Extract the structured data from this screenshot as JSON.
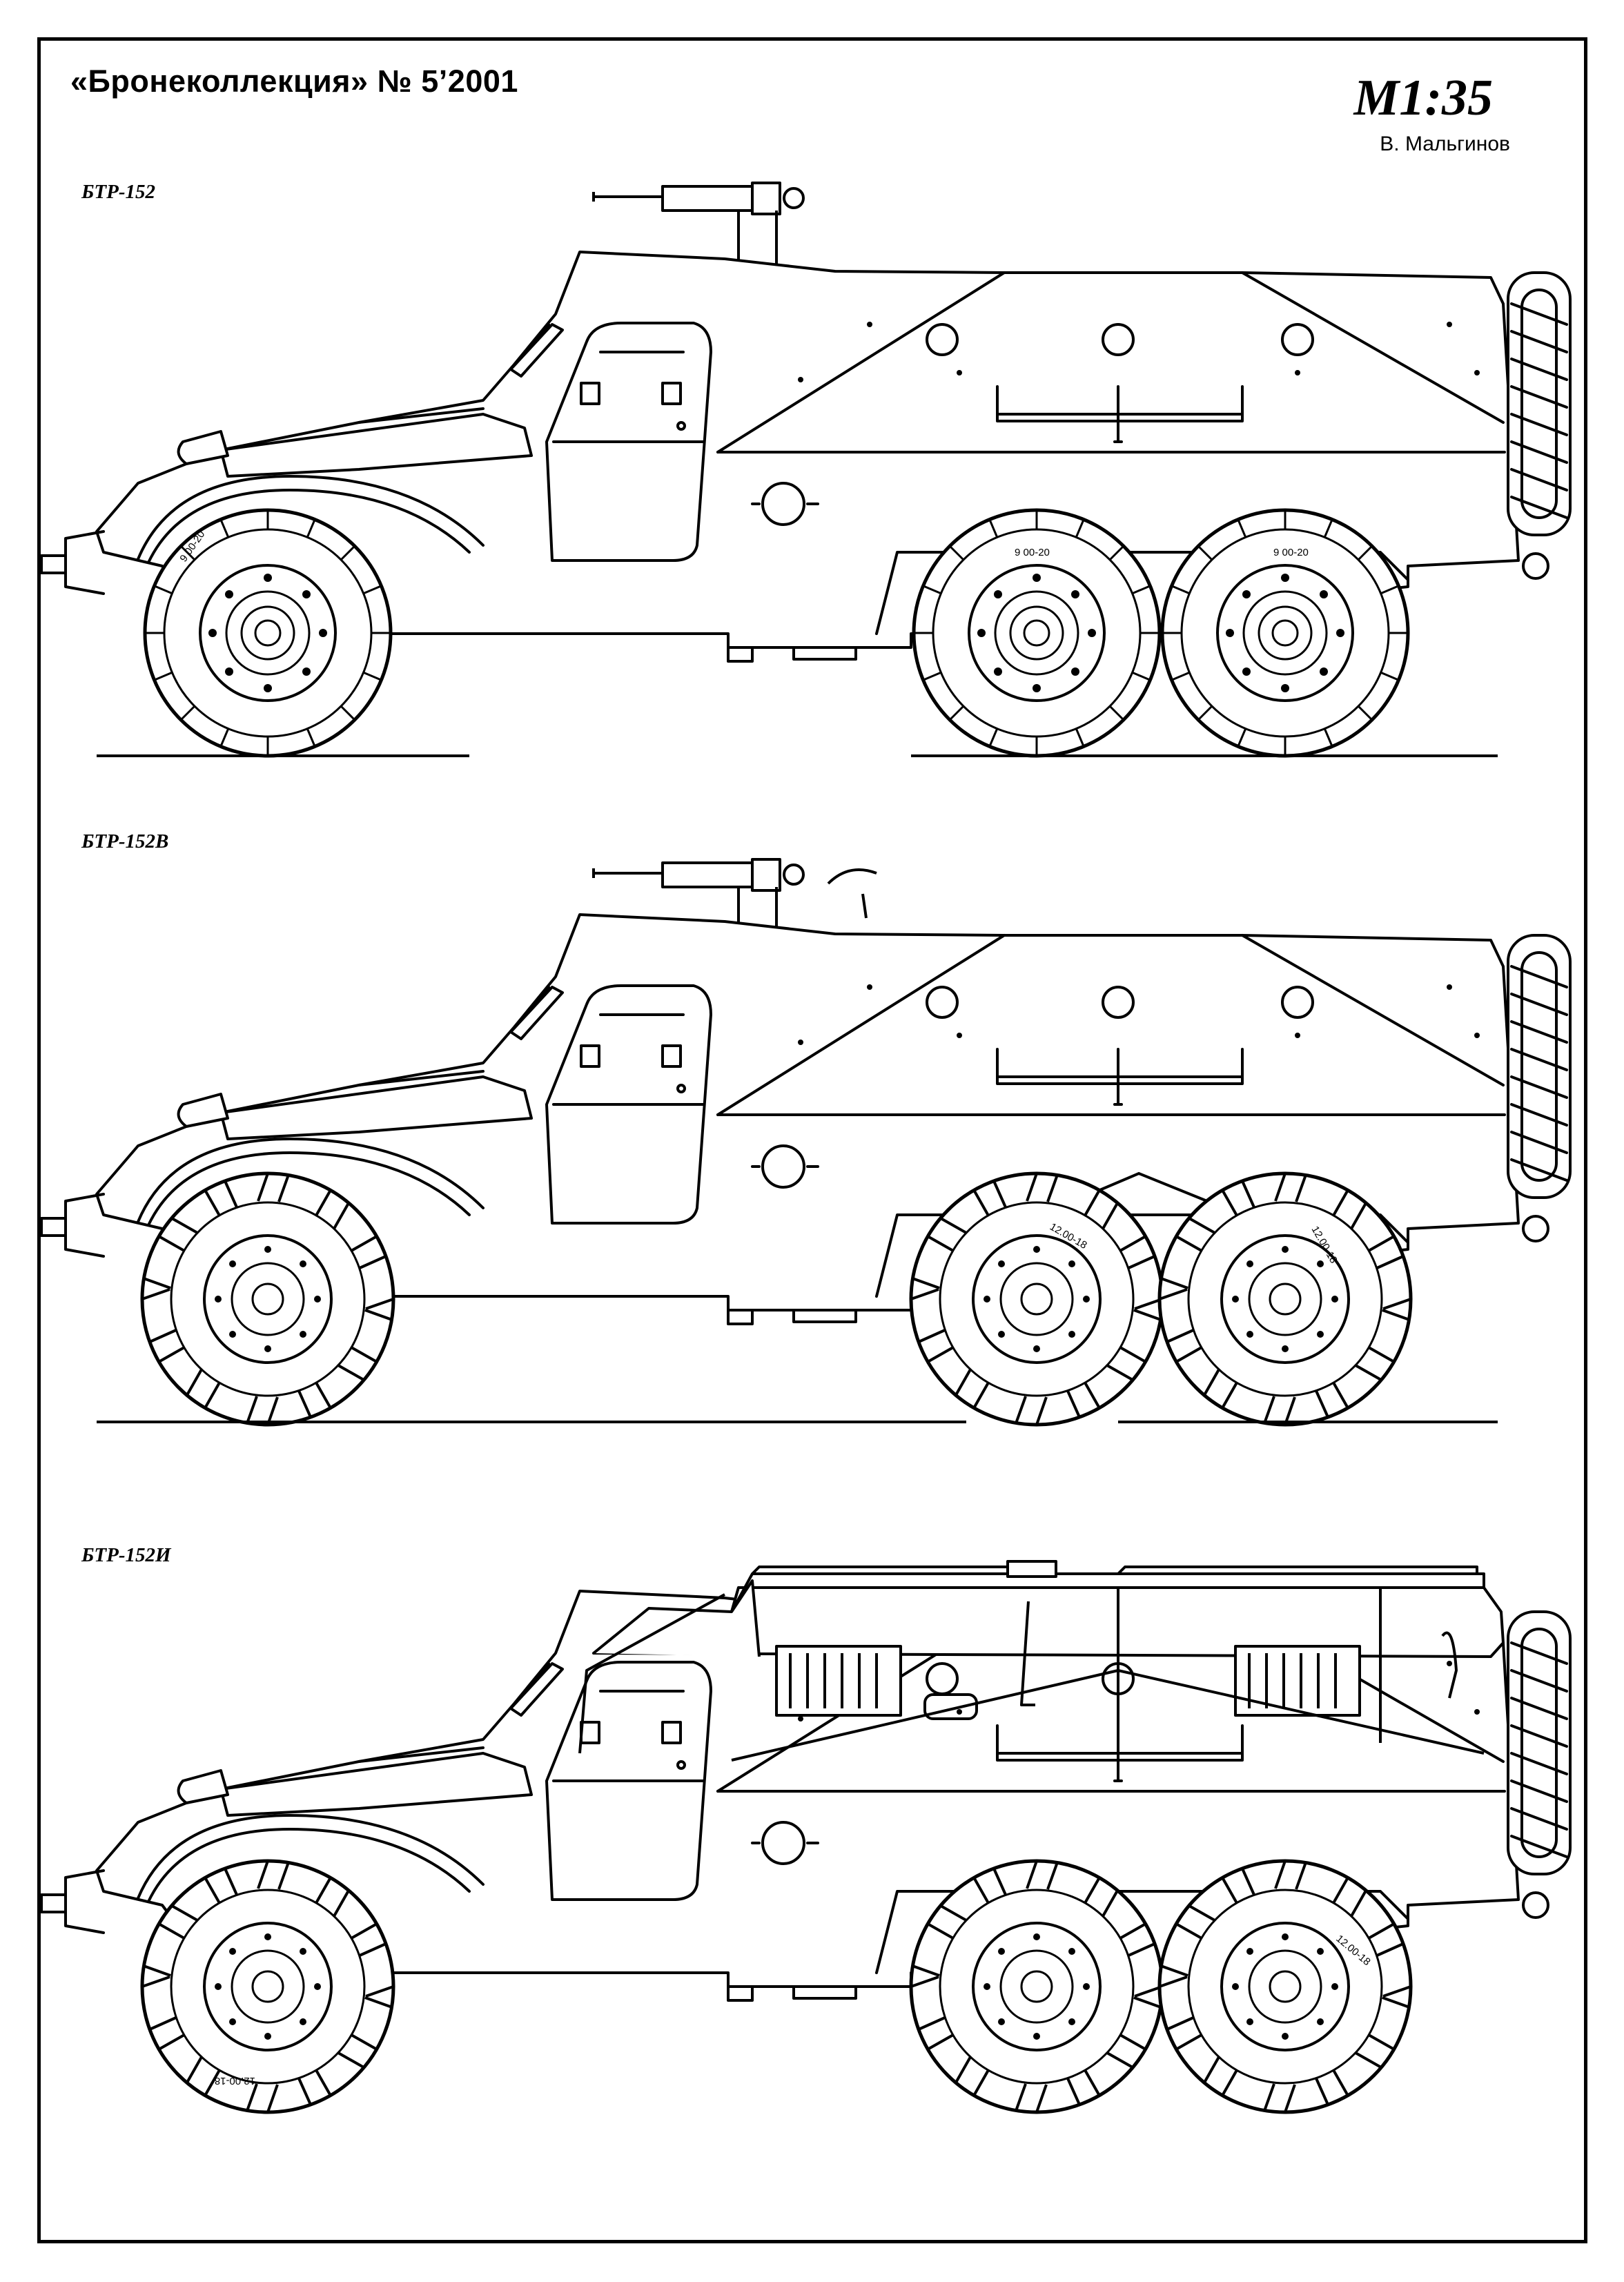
{
  "header": {
    "title": "«Бронеколлекция» № 5’2001",
    "scale": "M1:35",
    "author": "В. Мальгинов"
  },
  "vehicles": [
    {
      "label": "БТР-152",
      "tire_marking": "9 00-20"
    },
    {
      "label": "БТР-152В",
      "tire_marking": "12.00-18"
    },
    {
      "label": "БТР-152И",
      "tire_marking": "12.00-18"
    }
  ]
}
